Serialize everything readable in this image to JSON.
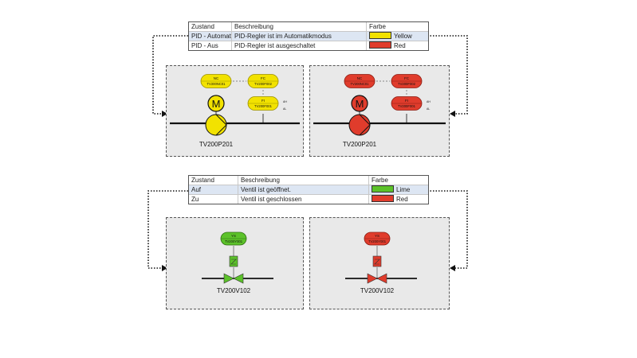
{
  "legend_top": {
    "headers": [
      "Zustand",
      "Beschreibung",
      "Farbe"
    ],
    "rows": [
      {
        "state": "PID - Automatik",
        "desc": "PID-Regler ist im Automatikmodus",
        "color_name": "Yellow",
        "color": "#f2e200"
      },
      {
        "state": "PID - Aus",
        "desc": "PID-Regler ist ausgeschaltet",
        "color_name": "Red",
        "color": "#e03c2c"
      }
    ]
  },
  "legend_bottom": {
    "headers": [
      "Zustand",
      "Beschreibung",
      "Farbe"
    ],
    "rows": [
      {
        "state": "Auf",
        "desc": "Ventil ist geöffnet.",
        "color_name": "Lime",
        "color": "#5cc22a"
      },
      {
        "state": "Zu",
        "desc": "Ventil ist geschlossen",
        "color_name": "Red",
        "color": "#e03c2c"
      }
    ]
  },
  "pump_panels": [
    {
      "tag": "TV200P201",
      "fill": "#f2e200",
      "stroke": "#9a8f00",
      "nc_label": "NC",
      "nc_id": "TV200NC01",
      "fc_label": "FC",
      "fc_id": "TV200F002",
      "fi_label": "FI",
      "fi_id": "TV200F001",
      "ah": "AH",
      "al": "AL",
      "motor": "M"
    },
    {
      "tag": "TV200P201",
      "fill": "#e03c2c",
      "stroke": "#8a1c12",
      "nc_label": "NC",
      "nc_id": "TV200NC01",
      "fc_label": "FC",
      "fc_id": "TV200F002",
      "fi_label": "FI",
      "fi_id": "TV200F001",
      "ah": "AH",
      "al": "AL",
      "motor": "M"
    }
  ],
  "valve_panels": [
    {
      "tag": "TV200V102",
      "fill": "#5cc22a",
      "stroke": "#2f6e12",
      "ys_label": "YS",
      "ys_id": "TV200Y001"
    },
    {
      "tag": "TV200V102",
      "fill": "#e03c2c",
      "stroke": "#8a1c12",
      "ys_label": "YS",
      "ys_id": "TV200Y001"
    }
  ]
}
